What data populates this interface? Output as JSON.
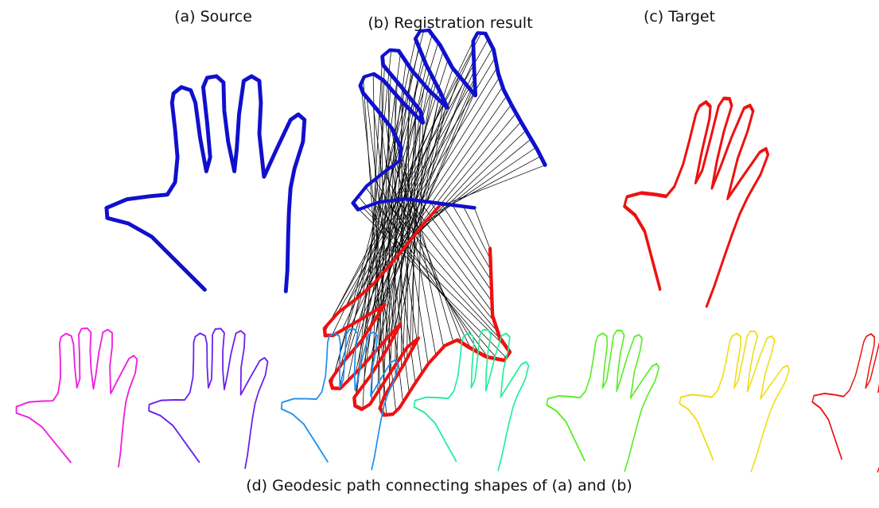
{
  "captions": {
    "source": "(a) Source",
    "registration": "(b) Registration result",
    "target": "(c) Target",
    "path": "(d) Geodesic path connecting shapes of (a) and (b)"
  },
  "colors": {
    "source": "#1010cc",
    "target": "#ee1111",
    "correspondence": "#000000",
    "path": [
      "#ee22dd",
      "#6a22ee",
      "#1e90ee",
      "#22ee99",
      "#55ee22",
      "#eedd11",
      "#ee1111"
    ]
  }
}
